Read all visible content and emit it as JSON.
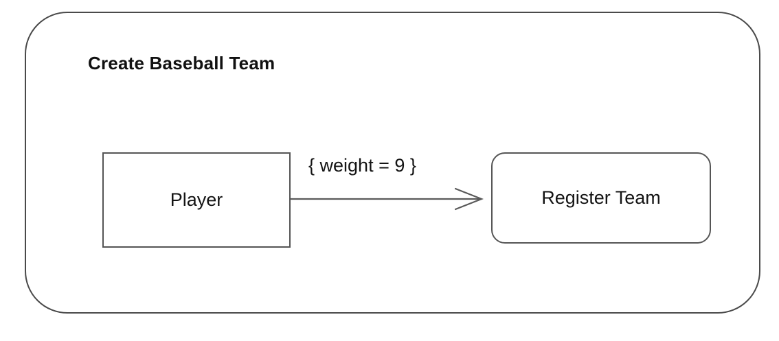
{
  "diagram": {
    "type": "uml-activity-diagram",
    "frame": {
      "title": "Create Baseball Team",
      "shape": "rounded-rectangle",
      "border_color": "#4a4a4a"
    },
    "nodes": [
      {
        "id": "player",
        "label": "Player",
        "shape": "rectangle",
        "border_color": "#555555",
        "fill_color": "#ffffff"
      },
      {
        "id": "register-team",
        "label": "Register Team",
        "shape": "rounded-rectangle",
        "border_color": "#555555",
        "fill_color": "#ffffff"
      }
    ],
    "edges": [
      {
        "from": "player",
        "to": "register-team",
        "label": "{ weight = 9 }",
        "arrowhead": "open",
        "line_color": "#5a5a5a"
      }
    ]
  }
}
